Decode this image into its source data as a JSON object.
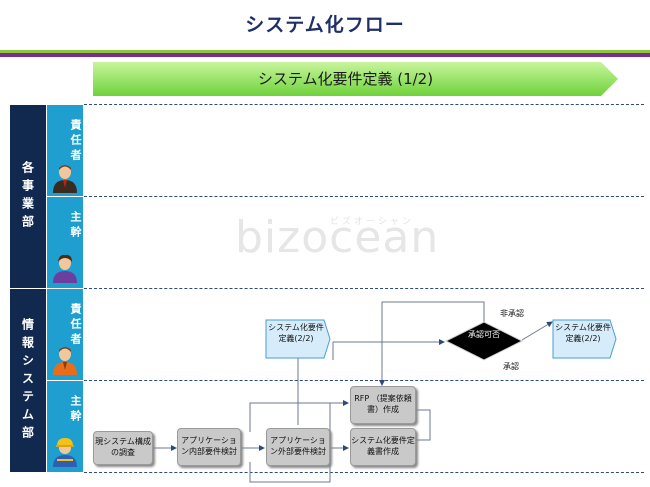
{
  "title": "システム化フロー",
  "banner": "システム化要件定義 (1/2)",
  "departments": [
    {
      "label": "各事業部"
    },
    {
      "label": "情報システム部"
    }
  ],
  "roles": [
    {
      "label": "責任者"
    },
    {
      "label": "主幹"
    },
    {
      "label": "責任者"
    },
    {
      "label": "主幹"
    }
  ],
  "nodes": {
    "current_survey": "現システム構成の調査",
    "app_internal": "アプリケーション内部要件検討",
    "app_external": "アプリケーション外部要件検討",
    "req_doc": "システム化要件定義書作成",
    "rfp": "RFP （提案依頼書）作成",
    "prev_ref": "システム化要件定義(2/2)",
    "next_ref": "システム化要件定義(2/2)",
    "decision": "承認可否"
  },
  "labels": {
    "reject": "非承認",
    "approve": "承認"
  },
  "watermark": {
    "main": "bizocean",
    "sub": "ビズオーシャン"
  },
  "colors": {
    "title": "#1f2f6b",
    "dept": "#12294f",
    "role": "#1f9fcf",
    "banner": "#8fdc5a",
    "process": "#c9c9c9",
    "reference": "#d6ecfa",
    "decision": "#000000"
  }
}
